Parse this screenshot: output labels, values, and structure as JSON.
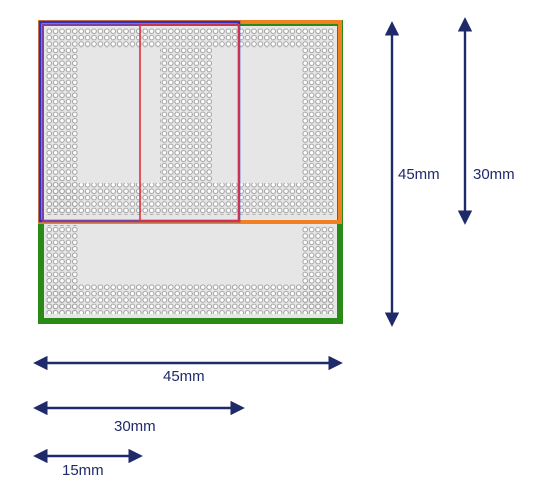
{
  "dimensions": {
    "vertical_45": "45mm",
    "vertical_30": "30mm",
    "horizontal_45": "45mm",
    "horizontal_30": "30mm",
    "horizontal_15": "15mm"
  },
  "colors": {
    "package_outline": "#2a8a18",
    "orange_region": "#f08020",
    "blue_region": "#3030c0",
    "purple_region": "#8040a0",
    "red_region": "#e03040",
    "substrate": "#e6e6e6",
    "ball": "#9a9a9a",
    "arrow": "#1f2a6b"
  }
}
